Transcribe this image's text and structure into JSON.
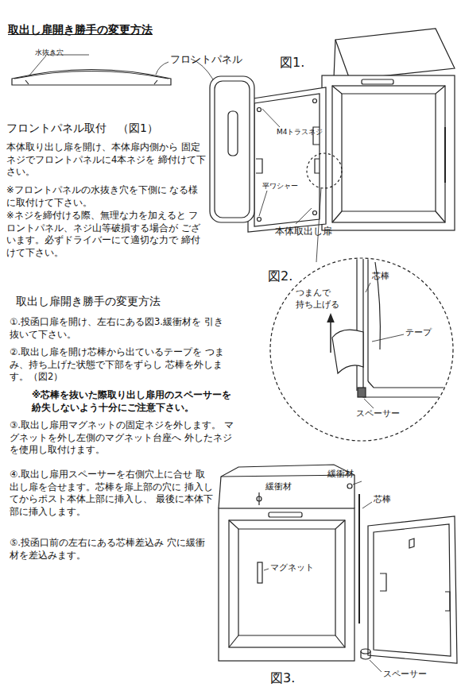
{
  "diagram": {
    "title": "取出し扉開き勝手の変更方法",
    "labels": [
      "水抜き穴",
      "フロントパネル",
      "図1.",
      "フロントパネル取付　（図1）",
      "本体取り出し扉を開け、本体扉内側から 固定ネジでフロントパネルに4本ネジを 締付けて下さい。",
      "※フロントパネルの水抜き穴を下側に なる様に取付けて下さい。",
      "※ネジを締付ける際、無理な力を加えると フロントパネル、ネジ山等破損する場合が ございます。必ずドライバーにて適切な力で 締付けて下さい。",
      "M4トラスネジ",
      "平ワシャー",
      "本体取出し扉",
      "図2.",
      "つまんで 持ち上げる",
      "芯棒",
      "テープ",
      "スペーサー",
      "取出し扉開き勝手の変更方法",
      "①.投函口扉を開け、左右にある図3.緩衝材を 引き抜いて下さい。",
      "②.取出し扉を開け芯棒から出ているテープを つまみ、持ち上げた状態で下部をずらし 芯棒を外します。（図2）",
      "※芯棒を抜いた際取り出し扉用のスペーサーを 紛失しないよう十分にご注意下さい。",
      "③.取出し扉用マグネットの固定ネジを外します。 マグネットを外し左側のマグネット台座へ 外したネジを使用し取付けます。",
      "④.取出し扉用スペーサーを右側穴上に合せ 取出し扉を合せます。芯棒を扉上部の穴に 挿入してからポスト本体上部に挿入し、 最後に本体下部に挿入します。",
      "⑤.投函口前の左右にある芯棒差込み 穴に緩衝材を差込みます。",
      "緩衝材",
      "緩衝材",
      "芯棒",
      "マグネット",
      "スペーサー",
      "図3."
    ]
  }
}
